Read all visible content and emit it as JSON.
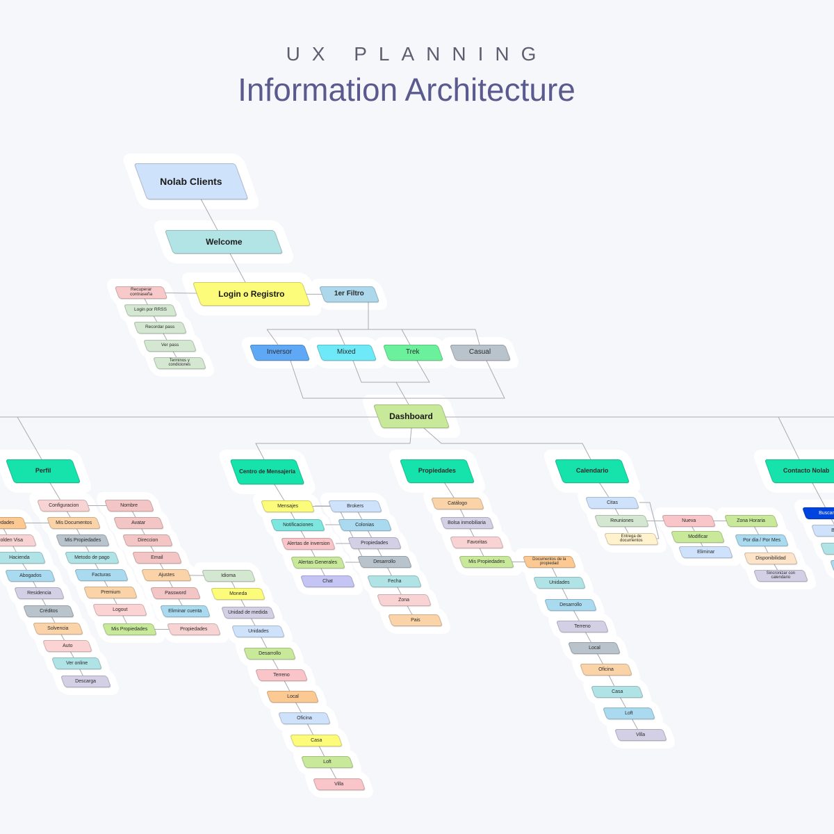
{
  "header": {
    "kicker": "UX PLANNING",
    "title": "Information Architecture"
  },
  "nodes": {
    "nolab": {
      "label": "Nolab Clients",
      "color": "#cfe2fb"
    },
    "welcome": {
      "label": "Welcome",
      "color": "#b2e4e6"
    },
    "login": {
      "label": "Login o Registro",
      "color": "#fdfb7a"
    },
    "filtro": {
      "label": "1er Filtro",
      "color": "#add8ec"
    },
    "recuperar": {
      "label": "Recuperar contraseña",
      "color": "#f8c9c9"
    },
    "rrss": {
      "label": "Login por RRSS",
      "color": "#d4e7d1"
    },
    "recordar": {
      "label": "Recordar pass",
      "color": "#d4e7d1"
    },
    "verpass": {
      "label": "Ver pass",
      "color": "#d4e7d1"
    },
    "terminos": {
      "label": "Terminos y condiciones",
      "color": "#d4e7d1"
    },
    "inversor": {
      "label": "Inversor",
      "color": "#5fa8f5"
    },
    "mixed": {
      "label": "Mixed",
      "color": "#6ee9f7"
    },
    "trek": {
      "label": "Trek",
      "color": "#6bf19b"
    },
    "casual": {
      "label": "Casual",
      "color": "#b8c3cc"
    },
    "dashboard": {
      "label": "Dashboard",
      "color": "#c8e89a"
    },
    "perfil": {
      "label": "Perfil",
      "color": "#16e3ab"
    },
    "centro": {
      "label": "Centro de Mensajería",
      "color": "#16e3ab"
    },
    "propiedades": {
      "label": "Propiedades",
      "color": "#16e3ab"
    },
    "calendario": {
      "label": "Calendario",
      "color": "#16e3ab"
    },
    "contacto": {
      "label": "Contacto Nolab",
      "color": "#16e3ab"
    },
    "p_config": {
      "label": "Configuracion",
      "color": "#f8d3d3"
    },
    "p_misdocs": {
      "label": "Mis Documentos",
      "color": "#fbd3a8"
    },
    "p_misprop": {
      "label": "Mis Propiedades",
      "color": "#b8c3cc"
    },
    "p_metodo": {
      "label": "Metodo de pago",
      "color": "#b0e3e6"
    },
    "p_facturas": {
      "label": "Facturas",
      "color": "#a9daef"
    },
    "p_premium": {
      "label": "Premium",
      "color": "#fbd3a8"
    },
    "p_logout": {
      "label": "Logout",
      "color": "#fbd3d3"
    },
    "p_misprop2": {
      "label": "Mis Propiedades",
      "color": "#c8e89a"
    },
    "p_nombre": {
      "label": "Nombre",
      "color": "#f4c5c5"
    },
    "p_avatar": {
      "label": "Avatar",
      "color": "#f4c5c5"
    },
    "p_direccion": {
      "label": "Direccion",
      "color": "#f4c5c5"
    },
    "p_email": {
      "label": "Email",
      "color": "#f4c5c5"
    },
    "p_ajustes": {
      "label": "Ajustes",
      "color": "#fbd3a8"
    },
    "p_password": {
      "label": "Password",
      "color": "#f4c5c5"
    },
    "p_eliminar": {
      "label": "Eliminar cuenta",
      "color": "#a9daef"
    },
    "p_propiedades": {
      "label": "Propiedades",
      "color": "#f8d3d3"
    },
    "p_idioma": {
      "label": "Idioma",
      "color": "#d4e7d1"
    },
    "p_moneda": {
      "label": "Moneda",
      "color": "#fdfb7a"
    },
    "p_unidadmed": {
      "label": "Unidad de medida",
      "color": "#d3d0e6"
    },
    "p_unidades": {
      "label": "Unidades",
      "color": "#cfe2fb"
    },
    "p_desarrollo": {
      "label": "Desarrollo",
      "color": "#c8e89a"
    },
    "p_terreno": {
      "label": "Terreno",
      "color": "#f9c5c8"
    },
    "p_local": {
      "label": "Local",
      "color": "#fcc993"
    },
    "p_oficina": {
      "label": "Oficina",
      "color": "#cfe2fb"
    },
    "p_casa": {
      "label": "Casa",
      "color": "#fdfb7a"
    },
    "p_loft": {
      "label": "Loft",
      "color": "#c8e89a"
    },
    "p_villa": {
      "label": "Villa",
      "color": "#f9c5c8"
    },
    "l_prop": {
      "label": "Propiedades",
      "color": "#fcc993"
    },
    "l_golden": {
      "label": "Golden Visa",
      "color": "#f8d3d3"
    },
    "l_hacienda": {
      "label": "Hacienda",
      "color": "#b0e3e6"
    },
    "l_abogados": {
      "label": "Abogados",
      "color": "#a9daef"
    },
    "l_residencia": {
      "label": "Residencia",
      "color": "#d3d0e6"
    },
    "l_creditos": {
      "label": "Créditos",
      "color": "#b8c3cc"
    },
    "l_solvencia": {
      "label": "Solvencia",
      "color": "#fbd3a8"
    },
    "l_auto": {
      "label": "Auto",
      "color": "#fbd3d3"
    },
    "l_veronline": {
      "label": "Ver online",
      "color": "#b0e3e6"
    },
    "l_descarga": {
      "label": "Descarga",
      "color": "#d3d0e6"
    },
    "c_mensajes": {
      "label": "Mensajes",
      "color": "#fdfb7a"
    },
    "c_notif": {
      "label": "Notificaciones",
      "color": "#7de6de"
    },
    "c_alertasinv": {
      "label": "Alertas de inversion",
      "color": "#f9c5c8"
    },
    "c_alertasgen": {
      "label": "Alertas Generales",
      "color": "#c8e89a"
    },
    "c_chat": {
      "label": "Chat",
      "color": "#c5c5f5"
    },
    "c_brokers": {
      "label": "Brokers",
      "color": "#cfe2fb"
    },
    "c_colonias": {
      "label": "Colonias",
      "color": "#a9daef"
    },
    "c_propiedades": {
      "label": "Propiedades",
      "color": "#d3d0e6"
    },
    "c_desarrollo": {
      "label": "Desarrollo",
      "color": "#b8c3cc"
    },
    "c_fecha": {
      "label": "Fecha",
      "color": "#b0e3e6"
    },
    "c_zona": {
      "label": "Zona",
      "color": "#f9d3d3"
    },
    "c_pais": {
      "label": "Pais",
      "color": "#fbd3a8"
    },
    "r_catalogo": {
      "label": "Catálogo",
      "color": "#fbd3a8"
    },
    "r_bolsa": {
      "label": "Bolsa inmobiliaria",
      "color": "#d3d0e6"
    },
    "r_favoritas": {
      "label": "Favoritas",
      "color": "#f9d3d3"
    },
    "r_misprop": {
      "label": "Mis Propiedades",
      "color": "#c8e89a"
    },
    "r_docs": {
      "label": "Documentos de la propiedad",
      "color": "#fcc993"
    },
    "r_unidades": {
      "label": "Unidades",
      "color": "#b0e3e6"
    },
    "r_desarrollo": {
      "label": "Desarrollo",
      "color": "#a9daef"
    },
    "r_terreno": {
      "label": "Terreno",
      "color": "#d3d0e6"
    },
    "r_local": {
      "label": "Local",
      "color": "#b8c3cc"
    },
    "r_oficina": {
      "label": "Oficina",
      "color": "#fbd3a8"
    },
    "r_casa": {
      "label": "Casa",
      "color": "#b0e3e6"
    },
    "r_loft": {
      "label": "Loft",
      "color": "#a9daef"
    },
    "r_villa": {
      "label": "Villa",
      "color": "#d3d0e6"
    },
    "k_citas": {
      "label": "Citas",
      "color": "#cfe2fb"
    },
    "k_reuniones": {
      "label": "Reuniones",
      "color": "#d4e7d1"
    },
    "k_entrega": {
      "label": "Entrega de documentos",
      "color": "#fff2cc"
    },
    "k_nueva": {
      "label": "Nueva",
      "color": "#f9c5c8"
    },
    "k_modificar": {
      "label": "Modificar",
      "color": "#c8e89a"
    },
    "k_eliminar": {
      "label": "Eliminar",
      "color": "#cfe2fb"
    },
    "k_zona": {
      "label": "Zona Horaria",
      "color": "#c8e89a"
    },
    "k_pordia": {
      "label": "Por dia / Por Mes",
      "color": "#a9daef"
    },
    "k_dispo": {
      "label": "Disponibilidad",
      "color": "#fde3c7"
    },
    "k_sincro": {
      "label": "Sincronizar con calendario",
      "color": "#d3d0e6"
    },
    "n_buscar": {
      "label": "Buscar N",
      "color": "#0044e0"
    },
    "n_broke": {
      "label": "Broke",
      "color": "#cfe2fb"
    },
    "n_c3": {
      "label": "",
      "color": "#b0e3e6"
    },
    "n_c4": {
      "label": "",
      "color": "#a9daef"
    }
  }
}
